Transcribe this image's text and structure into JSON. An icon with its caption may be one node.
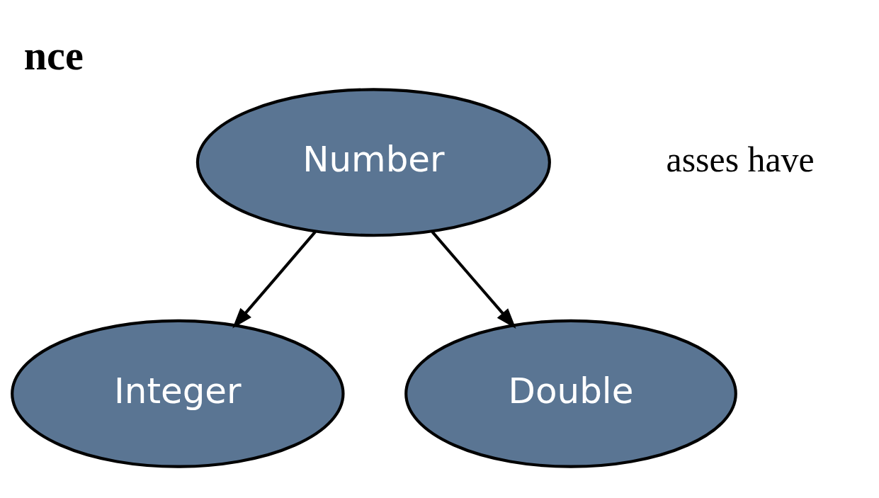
{
  "diagram": {
    "title": "nce",
    "nodes": [
      {
        "text": [
          "Number"
        ]
      },
      {
        "text": [
          "Integer"
        ]
      },
      {
        "text": [
          "Double"
        ]
      }
    ],
    "edges": [
      {
        "from": 0,
        "to": 1,
        "arrow": "to"
      },
      {
        "from": 0,
        "to": 2,
        "arrow": "to"
      }
    ],
    "labels": [
      "asses have"
    ]
  }
}
